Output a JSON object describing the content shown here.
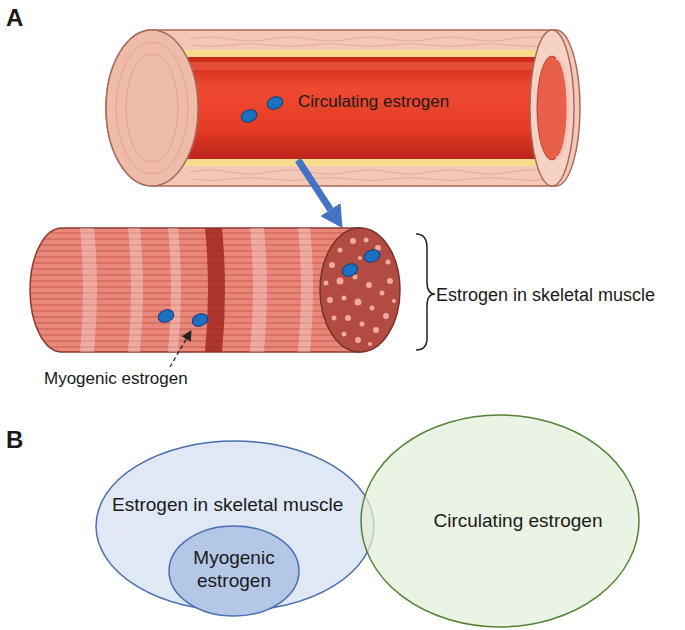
{
  "diagram": {
    "nodes": [
      {
        "text": [
          "Circulating estrogen"
        ]
      },
      {
        "text": [
          "Estrogen in skeletal muscle"
        ]
      },
      {
        "text": [
          "Estrogen in skeletal muscle"
        ]
      },
      {
        "text": [
          "Myogenic estrogen"
        ],
        "in": 2
      },
      {
        "text": [
          "Circulating estrogen"
        ]
      }
    ],
    "edges": [
      {
        "from": 0,
        "to": 1,
        "arrow": "to"
      }
    ],
    "labels": [
      "A",
      "Myogenic estrogen",
      "B"
    ]
  }
}
